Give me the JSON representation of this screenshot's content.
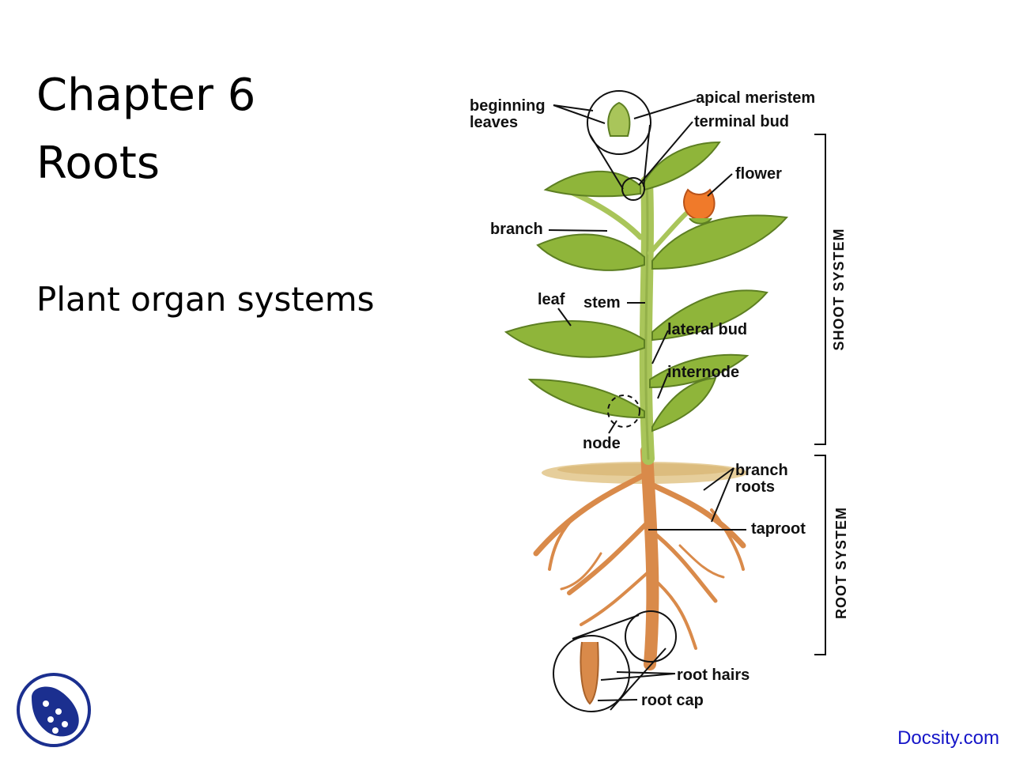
{
  "slide": {
    "title_line1": "Chapter 6",
    "title_line2": "Roots",
    "subtitle": "Plant organ systems"
  },
  "diagram": {
    "labels": {
      "beginning_leaves_1": "beginning",
      "beginning_leaves_2": "leaves",
      "apical_meristem": "apical meristem",
      "terminal_bud": "terminal bud",
      "flower": "flower",
      "branch": "branch",
      "leaf": "leaf",
      "stem": "stem",
      "lateral_bud": "lateral bud",
      "internode": "internode",
      "node": "node",
      "branch_roots_1": "branch",
      "branch_roots_2": "roots",
      "taproot": "taproot",
      "root_hairs": "root hairs",
      "root_cap": "root cap"
    },
    "systems": {
      "shoot": "SHOOT SYSTEM",
      "root": "ROOT SYSTEM"
    },
    "colors": {
      "leaf": "#8fb53a",
      "stem": "#a9c55a",
      "root": "#d98a4a",
      "flower": "#f07a2a",
      "soil": "#e2c58a"
    }
  },
  "footer": {
    "brand": "Docsity.com"
  }
}
